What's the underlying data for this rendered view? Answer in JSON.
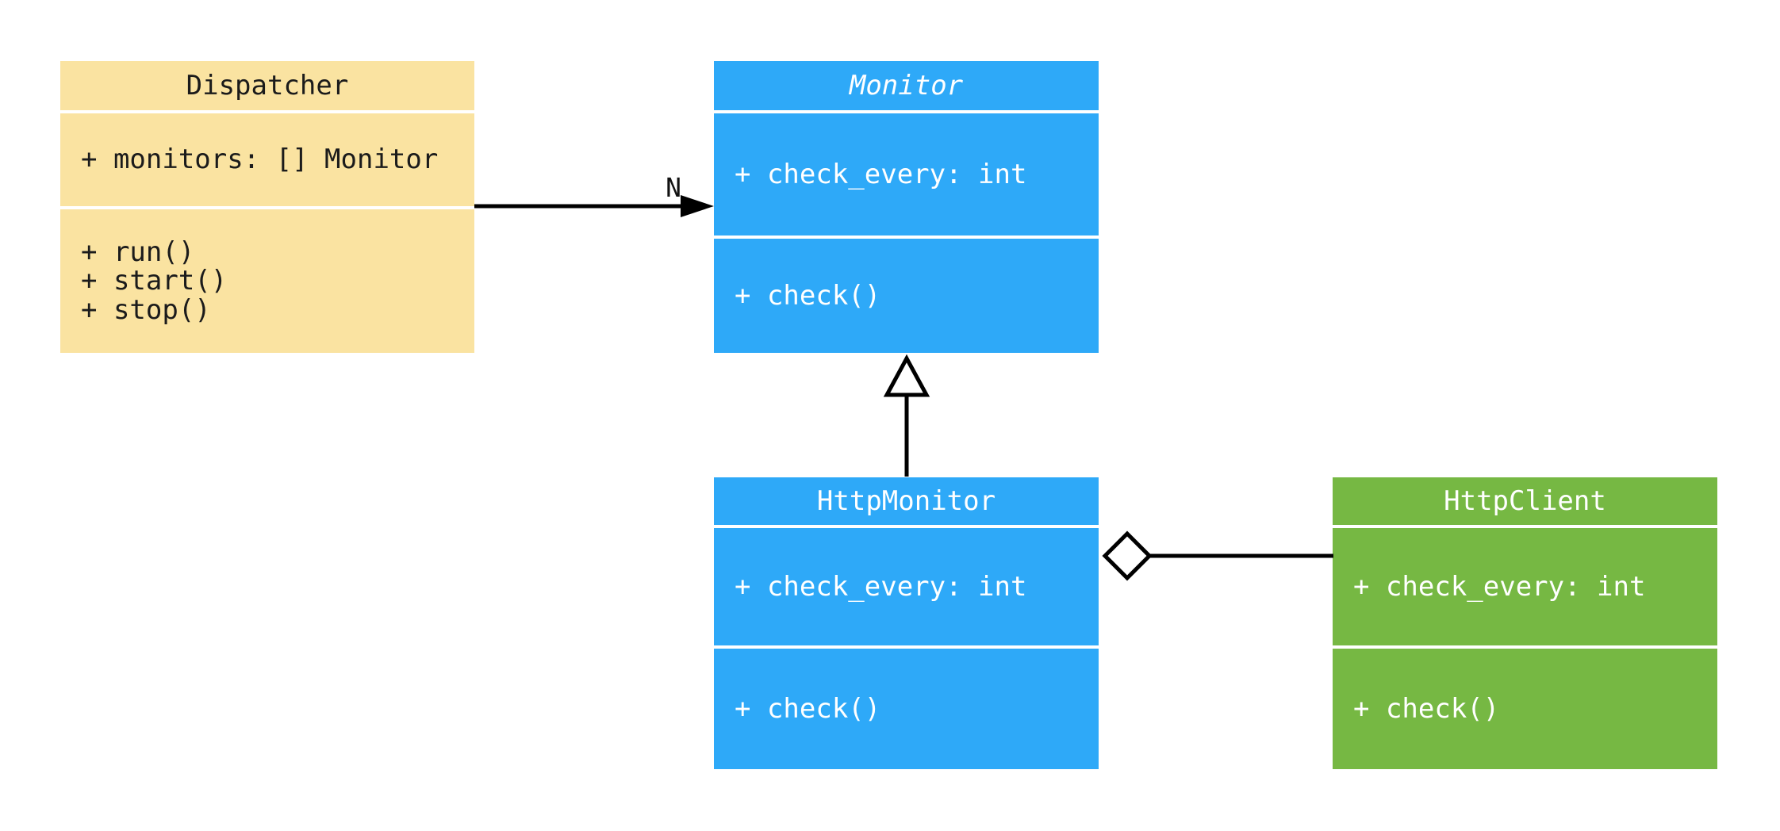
{
  "diagram": {
    "kind": "uml-class-diagram",
    "background": "#ffffff",
    "line_color": "#000000",
    "classes": [
      {
        "id": "dispatcher",
        "name": "Dispatcher",
        "abstract": false,
        "fill": "#FAE3A1",
        "text_color": "#1b1b1b",
        "attributes": [
          "+ monitors: [] Monitor"
        ],
        "methods": [
          "+ run()",
          "+ start()",
          "+ stop()"
        ]
      },
      {
        "id": "monitor",
        "name": "Monitor",
        "abstract": true,
        "fill": "#2EA9F8",
        "text_color": "#ffffff",
        "attributes": [
          "+ check_every: int"
        ],
        "methods": [
          "+ check()"
        ]
      },
      {
        "id": "http-monitor",
        "name": "HttpMonitor",
        "abstract": false,
        "fill": "#2EA9F8",
        "text_color": "#ffffff",
        "attributes": [
          "+ check_every: int"
        ],
        "methods": [
          "+ check()"
        ]
      },
      {
        "id": "http-client",
        "name": "HttpClient",
        "abstract": false,
        "fill": "#76B843",
        "text_color": "#ffffff",
        "attributes": [
          "+ check_every: int"
        ],
        "methods": [
          "+ check()"
        ]
      }
    ],
    "relationships": [
      {
        "type": "association",
        "from": "Dispatcher",
        "to": "Monitor",
        "label": "N",
        "arrow": "filled-arrowhead"
      },
      {
        "type": "inheritance",
        "from": "HttpMonitor",
        "to": "Monitor",
        "label": "",
        "arrow": "hollow-triangle"
      },
      {
        "type": "aggregation",
        "from": "HttpMonitor",
        "to": "HttpClient",
        "label": "",
        "arrow": "hollow-diamond"
      }
    ]
  }
}
